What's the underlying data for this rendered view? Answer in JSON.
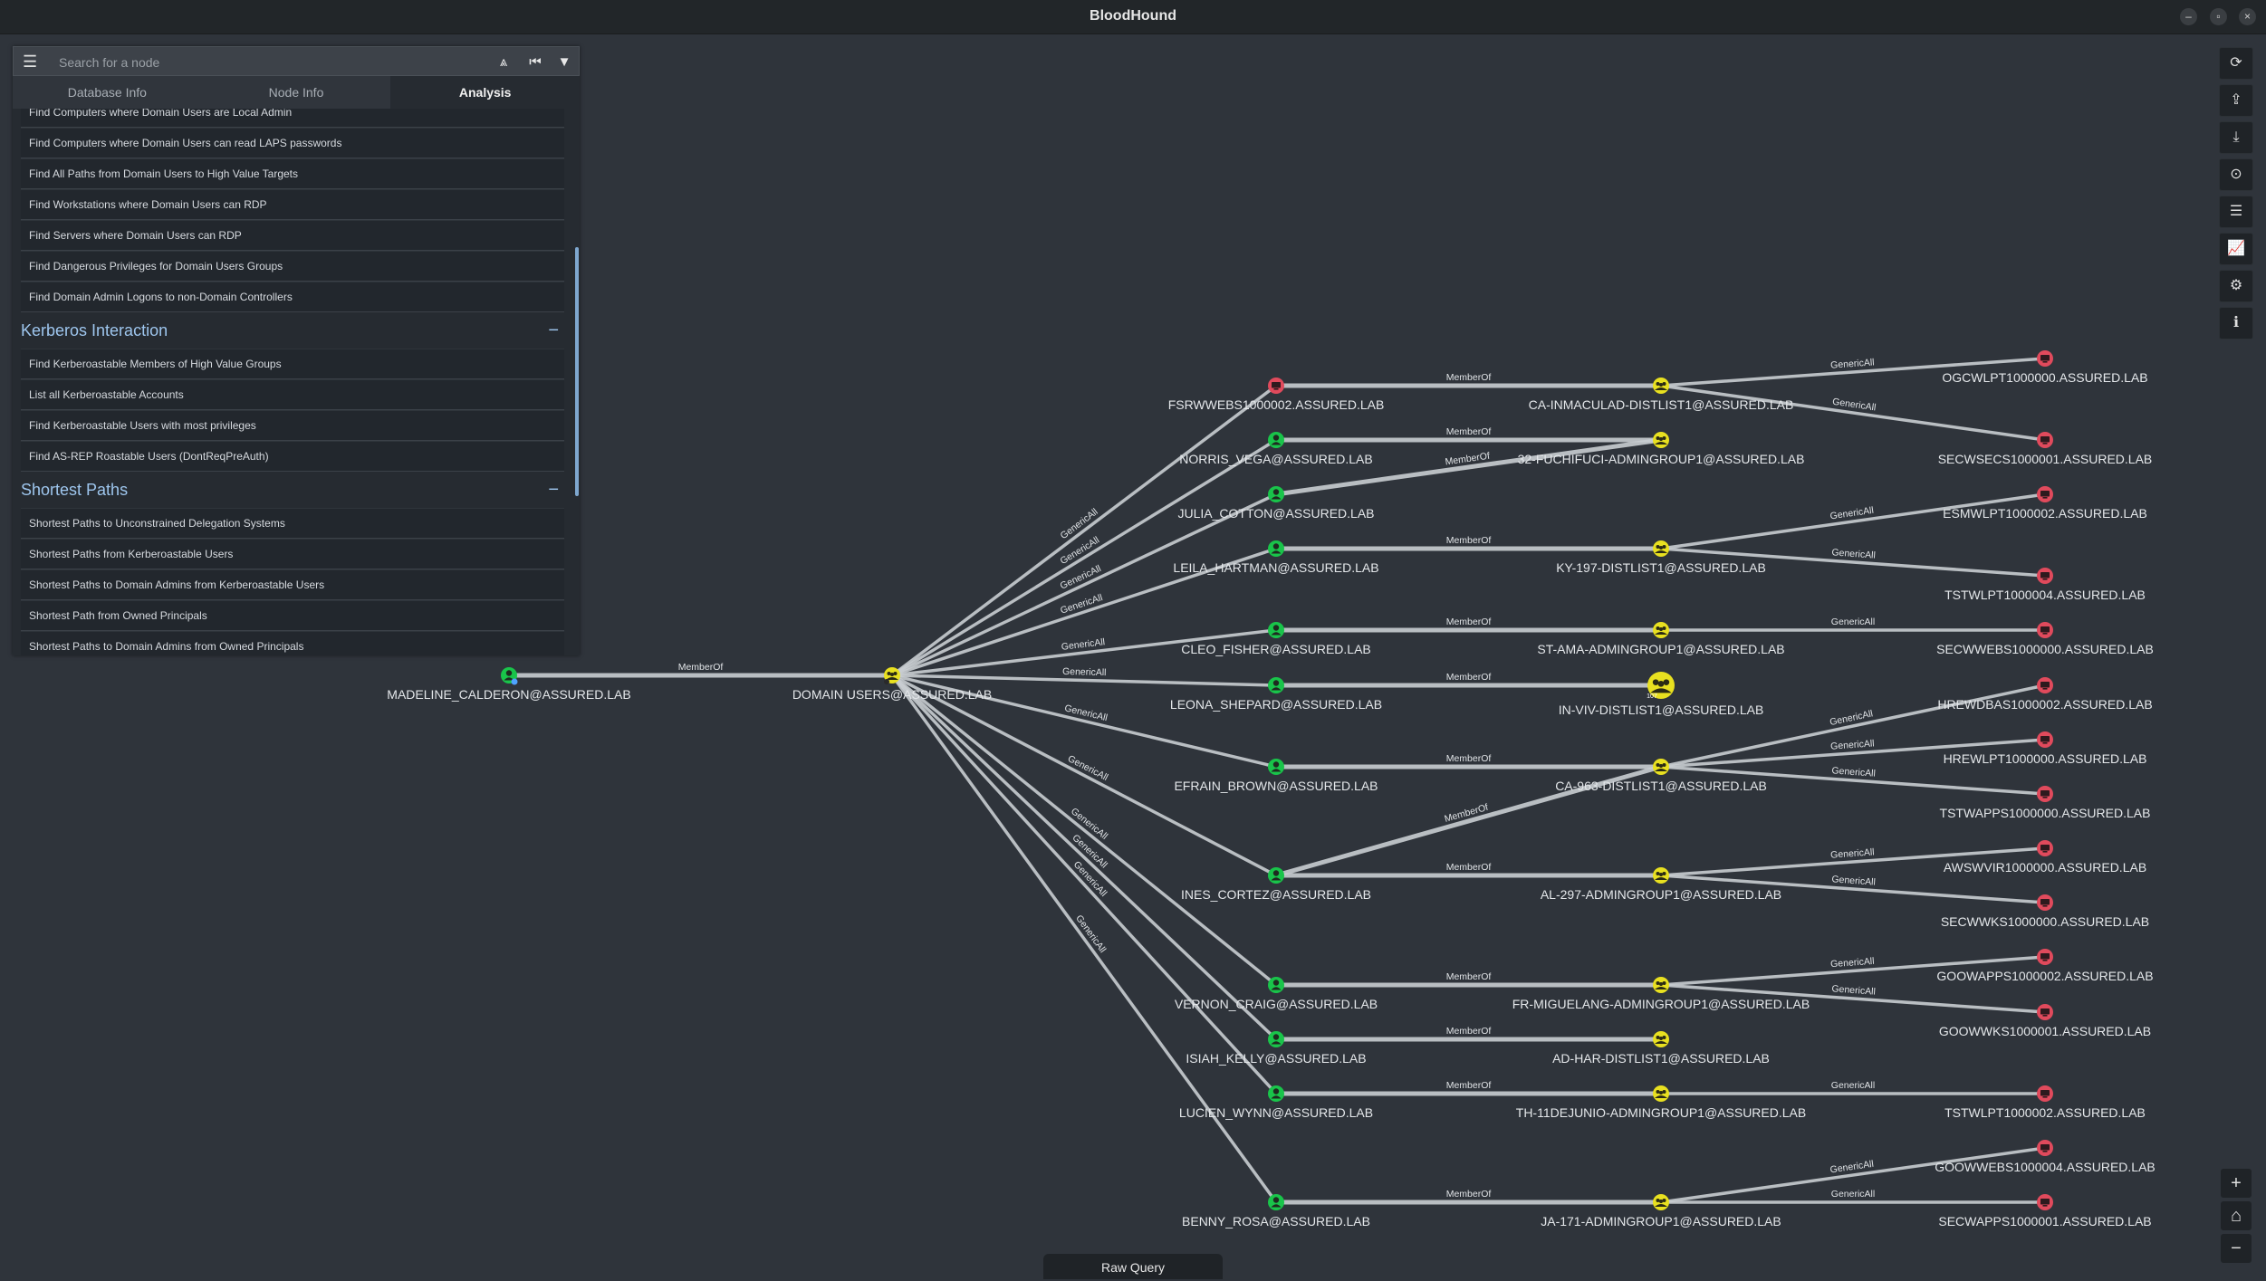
{
  "window": {
    "title": "BloodHound"
  },
  "search": {
    "placeholder": "Search for a node"
  },
  "tabs": [
    {
      "label": "Database Info"
    },
    {
      "label": "Node Info"
    },
    {
      "label": "Analysis"
    }
  ],
  "queries": [
    {
      "type": "item",
      "label": "Find Computers where Domain Users are Local Admin"
    },
    {
      "type": "item",
      "label": "Find Computers where Domain Users can read LAPS passwords"
    },
    {
      "type": "item",
      "label": "Find All Paths from Domain Users to High Value Targets"
    },
    {
      "type": "item",
      "label": "Find Workstations where Domain Users can RDP"
    },
    {
      "type": "item",
      "label": "Find Servers where Domain Users can RDP"
    },
    {
      "type": "item",
      "label": "Find Dangerous Privileges for Domain Users Groups"
    },
    {
      "type": "item",
      "label": "Find Domain Admin Logons to non-Domain Controllers"
    },
    {
      "type": "section",
      "label": "Kerberos Interaction"
    },
    {
      "type": "item",
      "label": "Find Kerberoastable Members of High Value Groups"
    },
    {
      "type": "item",
      "label": "List all Kerberoastable Accounts"
    },
    {
      "type": "item",
      "label": "Find Kerberoastable Users with most privileges"
    },
    {
      "type": "item",
      "label": "Find AS-REP Roastable Users (DontReqPreAuth)"
    },
    {
      "type": "section",
      "label": "Shortest Paths"
    },
    {
      "type": "item",
      "label": "Shortest Paths to Unconstrained Delegation Systems"
    },
    {
      "type": "item",
      "label": "Shortest Paths from Kerberoastable Users"
    },
    {
      "type": "item",
      "label": "Shortest Paths to Domain Admins from Kerberoastable Users"
    },
    {
      "type": "item",
      "label": "Shortest Path from Owned Principals"
    },
    {
      "type": "item",
      "label": "Shortest Paths to Domain Admins from Owned Principals"
    }
  ],
  "collapse_symbol": "−",
  "right_toolbar": [
    "refresh-icon",
    "upload-icon",
    "download-icon",
    "settings-circle-icon",
    "checklist-icon",
    "chart-icon",
    "gears-icon",
    "info-icon"
  ],
  "zoom": [
    "+",
    "home",
    "−"
  ],
  "raw_query_label": "Raw Query",
  "graph": {
    "colors": {
      "user": "#19c44a",
      "group": "#e8e020",
      "computer": "#e04a5c",
      "edge": "#c9cdd1"
    },
    "nodes": [
      {
        "id": "madeline",
        "type": "user",
        "label": "MADELINE_CALDERON@ASSURED.LAB"
      },
      {
        "id": "du",
        "type": "group",
        "label": "DOMAIN USERS@ASSURED.LAB"
      },
      {
        "id": "fsrw",
        "type": "computer",
        "label": "FSRWWEBS1000002.ASSURED.LAB"
      },
      {
        "id": "norris",
        "type": "user",
        "label": "NORRIS_VEGA@ASSURED.LAB"
      },
      {
        "id": "julia",
        "type": "user",
        "label": "JULIA_COTTON@ASSURED.LAB"
      },
      {
        "id": "leila",
        "type": "user",
        "label": "LEILA_HARTMAN@ASSURED.LAB"
      },
      {
        "id": "cleo",
        "type": "user",
        "label": "CLEO_FISHER@ASSURED.LAB"
      },
      {
        "id": "leona",
        "type": "user",
        "label": "LEONA_SHEPARD@ASSURED.LAB"
      },
      {
        "id": "efrain",
        "type": "user",
        "label": "EFRAIN_BROWN@ASSURED.LAB"
      },
      {
        "id": "ines",
        "type": "user",
        "label": "INES_CORTEZ@ASSURED.LAB"
      },
      {
        "id": "vernon",
        "type": "user",
        "label": "VERNON_CRAIG@ASSURED.LAB"
      },
      {
        "id": "isiah",
        "type": "user",
        "label": "ISIAH_KELLY@ASSURED.LAB"
      },
      {
        "id": "lucien",
        "type": "user",
        "label": "LUCIEN_WYNN@ASSURED.LAB"
      },
      {
        "id": "benny",
        "type": "user",
        "label": "BENNY_ROSA@ASSURED.LAB"
      },
      {
        "id": "ca_inm",
        "type": "group",
        "label": "CA-INMACULAD-DISTLIST1@ASSURED.LAB"
      },
      {
        "id": "g32",
        "type": "group",
        "label": "32-FUCHIFUCI-ADMINGROUP1@ASSURED.LAB"
      },
      {
        "id": "ky",
        "type": "group",
        "label": "KY-197-DISTLIST1@ASSURED.LAB"
      },
      {
        "id": "st",
        "type": "group",
        "label": "ST-AMA-ADMINGROUP1@ASSURED.LAB"
      },
      {
        "id": "inviv",
        "type": "group-large",
        "label": "IN-VIV-DISTLIST1@ASSURED.LAB",
        "badge": "107"
      },
      {
        "id": "ca963",
        "type": "group",
        "label": "CA-963-DISTLIST1@ASSURED.LAB"
      },
      {
        "id": "al",
        "type": "group",
        "label": "AL-297-ADMINGROUP1@ASSURED.LAB"
      },
      {
        "id": "fr",
        "type": "group",
        "label": "FR-MIGUELANG-ADMINGROUP1@ASSURED.LAB"
      },
      {
        "id": "adhar",
        "type": "group",
        "label": "AD-HAR-DISTLIST1@ASSURED.LAB"
      },
      {
        "id": "th",
        "type": "group",
        "label": "TH-11DEJUNIO-ADMINGROUP1@ASSURED.LAB"
      },
      {
        "id": "ja",
        "type": "group",
        "label": "JA-171-ADMINGROUP1@ASSURED.LAB"
      },
      {
        "id": "ogc",
        "type": "computer",
        "label": "OGCWLPT1000000.ASSURED.LAB"
      },
      {
        "id": "secsecs",
        "type": "computer",
        "label": "SECWSECS1000001.ASSURED.LAB"
      },
      {
        "id": "esm",
        "type": "computer",
        "label": "ESMWLPT1000002.ASSURED.LAB"
      },
      {
        "id": "tst4",
        "type": "computer",
        "label": "TSTWLPT1000004.ASSURED.LAB"
      },
      {
        "id": "secwebs",
        "type": "computer",
        "label": "SECWWEBS1000000.ASSURED.LAB"
      },
      {
        "id": "hrewdb",
        "type": "computer",
        "label": "HREWDBAS1000002.ASSURED.LAB"
      },
      {
        "id": "hrewlpt",
        "type": "computer",
        "label": "HREWLPT1000000.ASSURED.LAB"
      },
      {
        "id": "tstapps",
        "type": "computer",
        "label": "TSTWAPPS1000000.ASSURED.LAB"
      },
      {
        "id": "awsvir",
        "type": "computer",
        "label": "AWSWVIR1000000.ASSURED.LAB"
      },
      {
        "id": "secwks",
        "type": "computer",
        "label": "SECWWKS1000000.ASSURED.LAB"
      },
      {
        "id": "gooapps",
        "type": "computer",
        "label": "GOOWAPPS1000002.ASSURED.LAB"
      },
      {
        "id": "goowks",
        "type": "computer",
        "label": "GOOWWKS1000001.ASSURED.LAB"
      },
      {
        "id": "tst2",
        "type": "computer",
        "label": "TSTWLPT1000002.ASSURED.LAB"
      },
      {
        "id": "goowebs",
        "type": "computer",
        "label": "GOOWWEBS1000004.ASSURED.LAB"
      },
      {
        "id": "secapps",
        "type": "computer",
        "label": "SECWAPPS1000001.ASSURED.LAB"
      }
    ],
    "edges": [
      {
        "from": "madeline",
        "to": "du",
        "label": "MemberOf"
      },
      {
        "from": "du",
        "to": "fsrw",
        "label": "GenericAll"
      },
      {
        "from": "du",
        "to": "norris",
        "label": "GenericAll"
      },
      {
        "from": "du",
        "to": "julia",
        "label": "GenericAll"
      },
      {
        "from": "du",
        "to": "leila",
        "label": "GenericAll"
      },
      {
        "from": "du",
        "to": "cleo",
        "label": "GenericAll"
      },
      {
        "from": "du",
        "to": "leona",
        "label": "GenericAll"
      },
      {
        "from": "du",
        "to": "efrain",
        "label": "GenericAll"
      },
      {
        "from": "du",
        "to": "ines",
        "label": "GenericAll"
      },
      {
        "from": "du",
        "to": "vernon",
        "label": "GenericAll"
      },
      {
        "from": "du",
        "to": "isiah",
        "label": "GenericAll"
      },
      {
        "from": "du",
        "to": "lucien",
        "label": "GenericAll"
      },
      {
        "from": "du",
        "to": "benny",
        "label": "GenericAll"
      },
      {
        "from": "fsrw",
        "to": "ca_inm",
        "label": "MemberOf"
      },
      {
        "from": "norris",
        "to": "g32",
        "label": "MemberOf"
      },
      {
        "from": "julia",
        "to": "g32",
        "label": "MemberOf"
      },
      {
        "from": "leila",
        "to": "ky",
        "label": "MemberOf"
      },
      {
        "from": "cleo",
        "to": "st",
        "label": "MemberOf"
      },
      {
        "from": "leona",
        "to": "inviv",
        "label": "MemberOf"
      },
      {
        "from": "efrain",
        "to": "ca963",
        "label": "MemberOf"
      },
      {
        "from": "ines",
        "to": "ca963",
        "label": "MemberOf"
      },
      {
        "from": "ines",
        "to": "al",
        "label": "MemberOf"
      },
      {
        "from": "vernon",
        "to": "fr",
        "label": "MemberOf"
      },
      {
        "from": "isiah",
        "to": "adhar",
        "label": "MemberOf"
      },
      {
        "from": "lucien",
        "to": "th",
        "label": "MemberOf"
      },
      {
        "from": "benny",
        "to": "ja",
        "label": "MemberOf"
      },
      {
        "from": "ca_inm",
        "to": "ogc",
        "label": "GenericAll"
      },
      {
        "from": "ca_inm",
        "to": "secsecs",
        "label": "GenericAll"
      },
      {
        "from": "ky",
        "to": "esm",
        "label": "GenericAll"
      },
      {
        "from": "ky",
        "to": "tst4",
        "label": "GenericAll"
      },
      {
        "from": "st",
        "to": "secwebs",
        "label": "GenericAll"
      },
      {
        "from": "ca963",
        "to": "hrewdb",
        "label": "GenericAll"
      },
      {
        "from": "ca963",
        "to": "hrewlpt",
        "label": "GenericAll"
      },
      {
        "from": "ca963",
        "to": "tstapps",
        "label": "GenericAll"
      },
      {
        "from": "al",
        "to": "awsvir",
        "label": "GenericAll"
      },
      {
        "from": "al",
        "to": "secwks",
        "label": "GenericAll"
      },
      {
        "from": "fr",
        "to": "gooapps",
        "label": "GenericAll"
      },
      {
        "from": "fr",
        "to": "goowks",
        "label": "GenericAll"
      },
      {
        "from": "th",
        "to": "tst2",
        "label": "GenericAll"
      },
      {
        "from": "ja",
        "to": "goowebs",
        "label": "GenericAll"
      },
      {
        "from": "ja",
        "to": "secapps",
        "label": "GenericAll"
      }
    ]
  }
}
